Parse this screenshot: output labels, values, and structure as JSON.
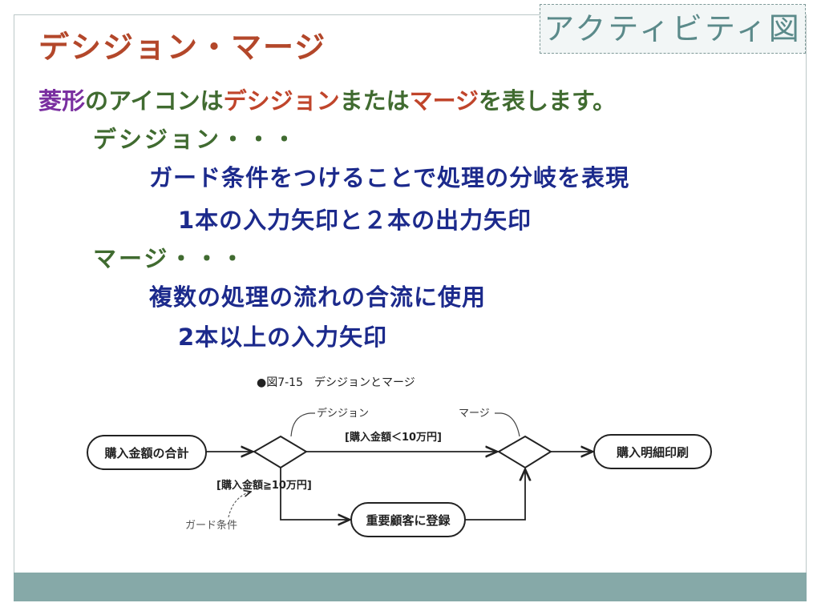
{
  "badge": "アクティビティ図",
  "title": "デシジョン・マージ",
  "intro": {
    "part1": "菱形",
    "part2": "のアイコンは",
    "part3": "デシジョン",
    "part4": "または",
    "part5": "マージ",
    "part6": "を表します。"
  },
  "decision": {
    "heading": "デシジョン・・・",
    "description": "ガード条件をつけることで処理の分岐を表現",
    "arrows": "1本の入力矢印と２本の出力矢印"
  },
  "merge": {
    "heading": "マージ・・・",
    "description": "複数の処理の流れの合流に使用",
    "arrows": "2本以上の入力矢印"
  },
  "figure": {
    "caption": "●図7-15　デシジョンとマージ",
    "node_start": "購入金額の合計",
    "node_register": "重要顧客に登録",
    "node_print": "購入明細印刷",
    "callout_decision": "デシジョン",
    "callout_merge": "マージ",
    "callout_guard": "ガード条件",
    "guard_lt": "[購入金額＜10万円]",
    "guard_ge": "[購入金額≧10万円]"
  },
  "colors": {
    "title": "#b3472a",
    "body_green": "#406b30",
    "body_blue": "#1c2a8c",
    "accent_purple": "#7a2fa0",
    "accent_red": "#c0452b",
    "badge_text": "#5b8a8a",
    "footer_bar": "#86a9a8"
  }
}
